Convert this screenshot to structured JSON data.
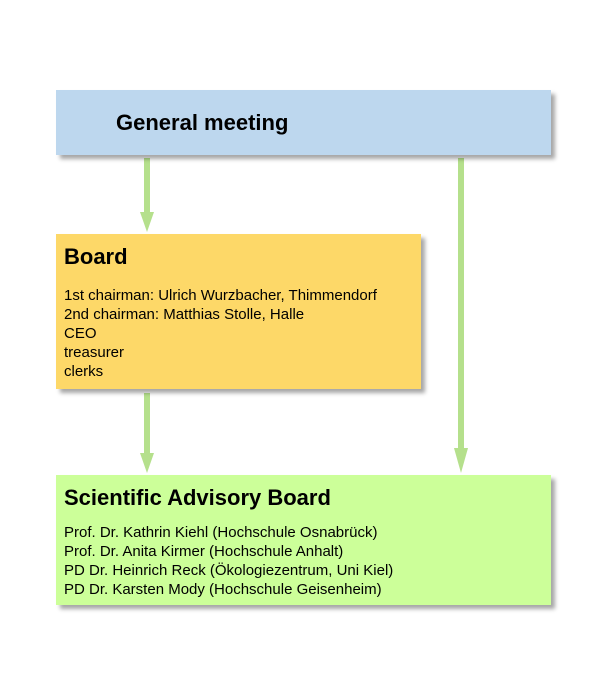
{
  "general_meeting": {
    "title": "General meeting"
  },
  "board": {
    "title": "Board",
    "lines": [
      "1st chairman: Ulrich Wurzbacher, Thimmendorf",
      "2nd chairman: Matthias Stolle, Halle",
      "CEO",
      "treasurer",
      "clerks"
    ]
  },
  "scientific_advisory_board": {
    "title": "Scientific Advisory Board",
    "lines": [
      "Prof. Dr. Kathrin Kiehl (Hochschule  Osnabrück)",
      "Prof. Dr. Anita Kirmer (Hochschule  Anhalt)",
      "PD Dr. Heinrich Reck (Ökologiezentrum,  Uni Kiel)",
      "PD Dr. Karsten Mody (Hochschule  Geisenheim)"
    ]
  },
  "colors": {
    "general_meeting_fill": "#bdd7ee",
    "board_fill": "#fdd868",
    "scientific_board_fill": "#ccff99",
    "arrow": "#b5e08c"
  }
}
